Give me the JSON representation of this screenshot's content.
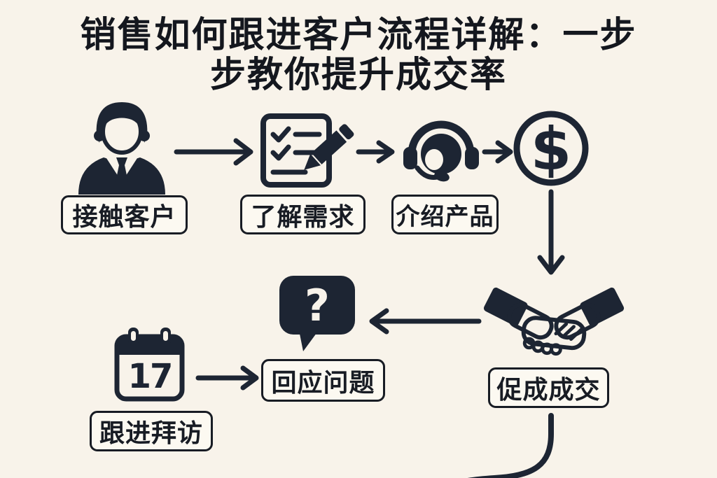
{
  "colors": {
    "background": "#f8f3ea",
    "ink": "#1d2533",
    "box_fill": "#fcf9f1",
    "box_border": "#181c24",
    "title_text": "#14171e",
    "bubble_mark": "#f8f3ea"
  },
  "title": {
    "line1": "销售如何跟进客户流程详解：一步",
    "line2": "步教你提升成交率"
  },
  "flow": {
    "steps": [
      {
        "label": "接触客户",
        "icon": "businessman-icon"
      },
      {
        "label": "了解需求",
        "icon": "checklist-pencil-icon"
      },
      {
        "label": "介绍产品",
        "icon": "support-headset-icon"
      },
      {
        "icon": "dollar-circle-icon",
        "symbol": "$"
      },
      {
        "label": "促成成交",
        "icon": "handshake-icon"
      },
      {
        "label": "回应问题",
        "icon": "question-bubble-icon",
        "mark": "?"
      },
      {
        "label": "跟进拜访",
        "icon": "calendar-icon",
        "calendar_day": "17"
      }
    ],
    "connections": [
      "接触客户 → 了解需求",
      "了解需求 → 介绍产品",
      "介绍产品 → $",
      "$ ↓ 促成成交",
      "促成成交 → 回应问题",
      "跟进拜访 → 回应问题",
      "促成成交 ↓ (曲线延伸出画面)"
    ]
  }
}
